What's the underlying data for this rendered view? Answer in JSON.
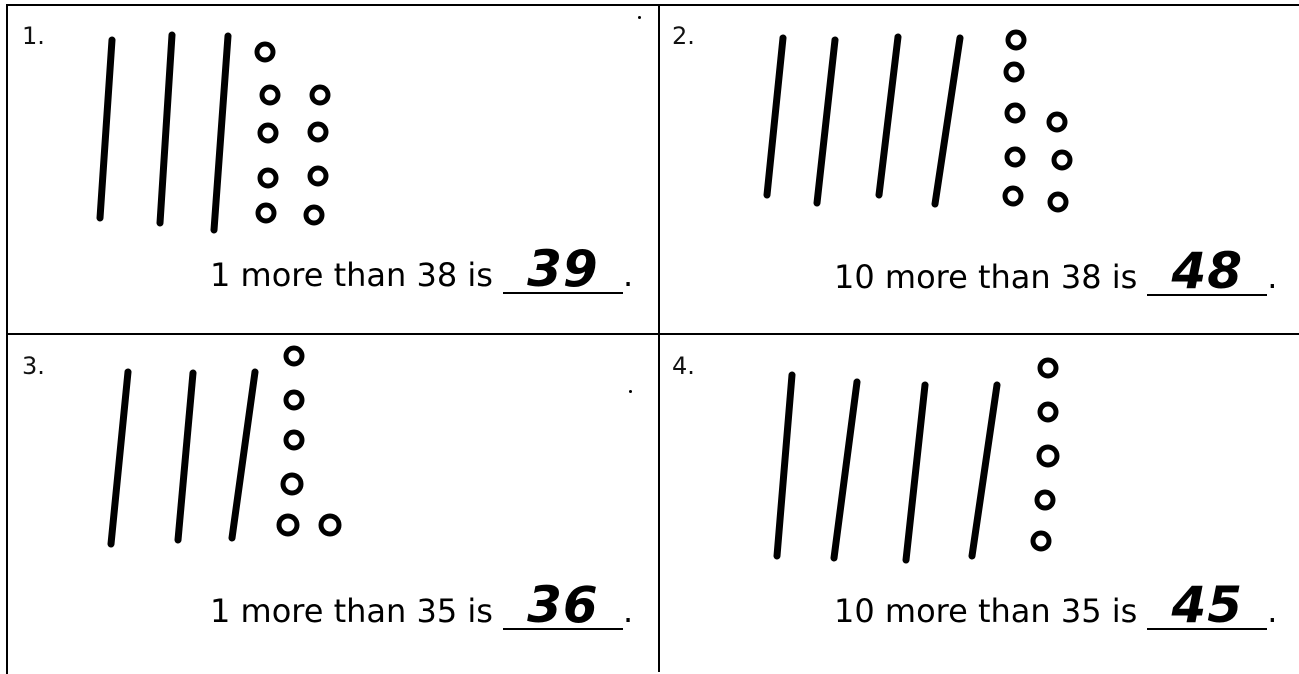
{
  "problems": [
    {
      "number": "1.",
      "sentence": "1 more than 38 is",
      "answer": "39",
      "period": "."
    },
    {
      "number": "2.",
      "sentence": "10 more than 38 is",
      "answer": "48",
      "period": "."
    },
    {
      "number": "3.",
      "sentence": "1 more than 35 is",
      "answer": "36",
      "period": "."
    },
    {
      "number": "4.",
      "sentence": "10 more than 35 is",
      "answer": "45",
      "period": "."
    }
  ]
}
